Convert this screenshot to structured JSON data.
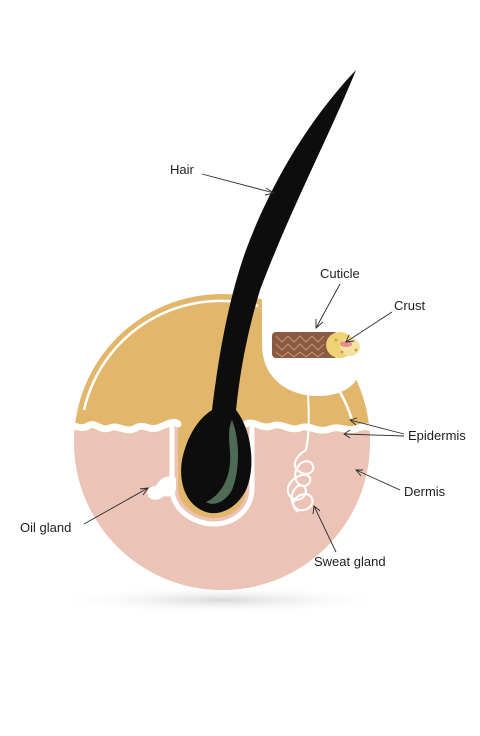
{
  "labels": {
    "hair": "Hair",
    "cuticle": "Cuticle",
    "crust": "Crust",
    "epidermis": "Epidermis",
    "dermis": "Dermis",
    "oil_gland": "Oil gland",
    "sweat_gland": "Sweat gland"
  },
  "colors": {
    "epidermis_tan": "#e2b76c",
    "dermis_pink": "#ecc3b7",
    "hair_black": "#0d0d0d",
    "bulb_green": "#4f6a55",
    "cuticle_brown": "#8b5a42",
    "crust_yellow": "#efd276",
    "gland_white": "#ffffff"
  }
}
